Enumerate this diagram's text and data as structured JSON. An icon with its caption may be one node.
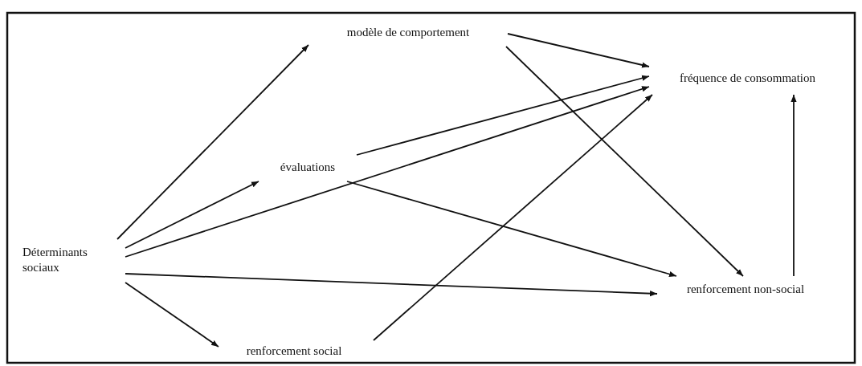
{
  "diagram": {
    "nodes": [
      {
        "text": [
          "Déterminants sociaux"
        ]
      },
      {
        "text": [
          "modèle de comportement"
        ]
      },
      {
        "text": [
          "évaluations"
        ]
      },
      {
        "text": [
          "fréquence de consommation"
        ]
      },
      {
        "text": [
          "renforcement non-social"
        ]
      },
      {
        "text": [
          "renforcement social"
        ]
      }
    ],
    "edges": [
      {
        "from": 0,
        "to": 1,
        "arrow": "to"
      },
      {
        "from": 0,
        "to": 2,
        "arrow": "to"
      },
      {
        "from": 0,
        "to": 3,
        "arrow": "to"
      },
      {
        "from": 0,
        "to": 4,
        "arrow": "to"
      },
      {
        "from": 0,
        "to": 5,
        "arrow": "to"
      },
      {
        "from": 1,
        "to": 3,
        "arrow": "to"
      },
      {
        "from": 1,
        "to": 4,
        "arrow": "to"
      },
      {
        "from": 2,
        "to": 3,
        "arrow": "to"
      },
      {
        "from": 2,
        "to": 4,
        "arrow": "to"
      },
      {
        "from": 5,
        "to": 3,
        "arrow": "to"
      },
      {
        "from": 4,
        "to": 3,
        "arrow": "to"
      }
    ]
  }
}
